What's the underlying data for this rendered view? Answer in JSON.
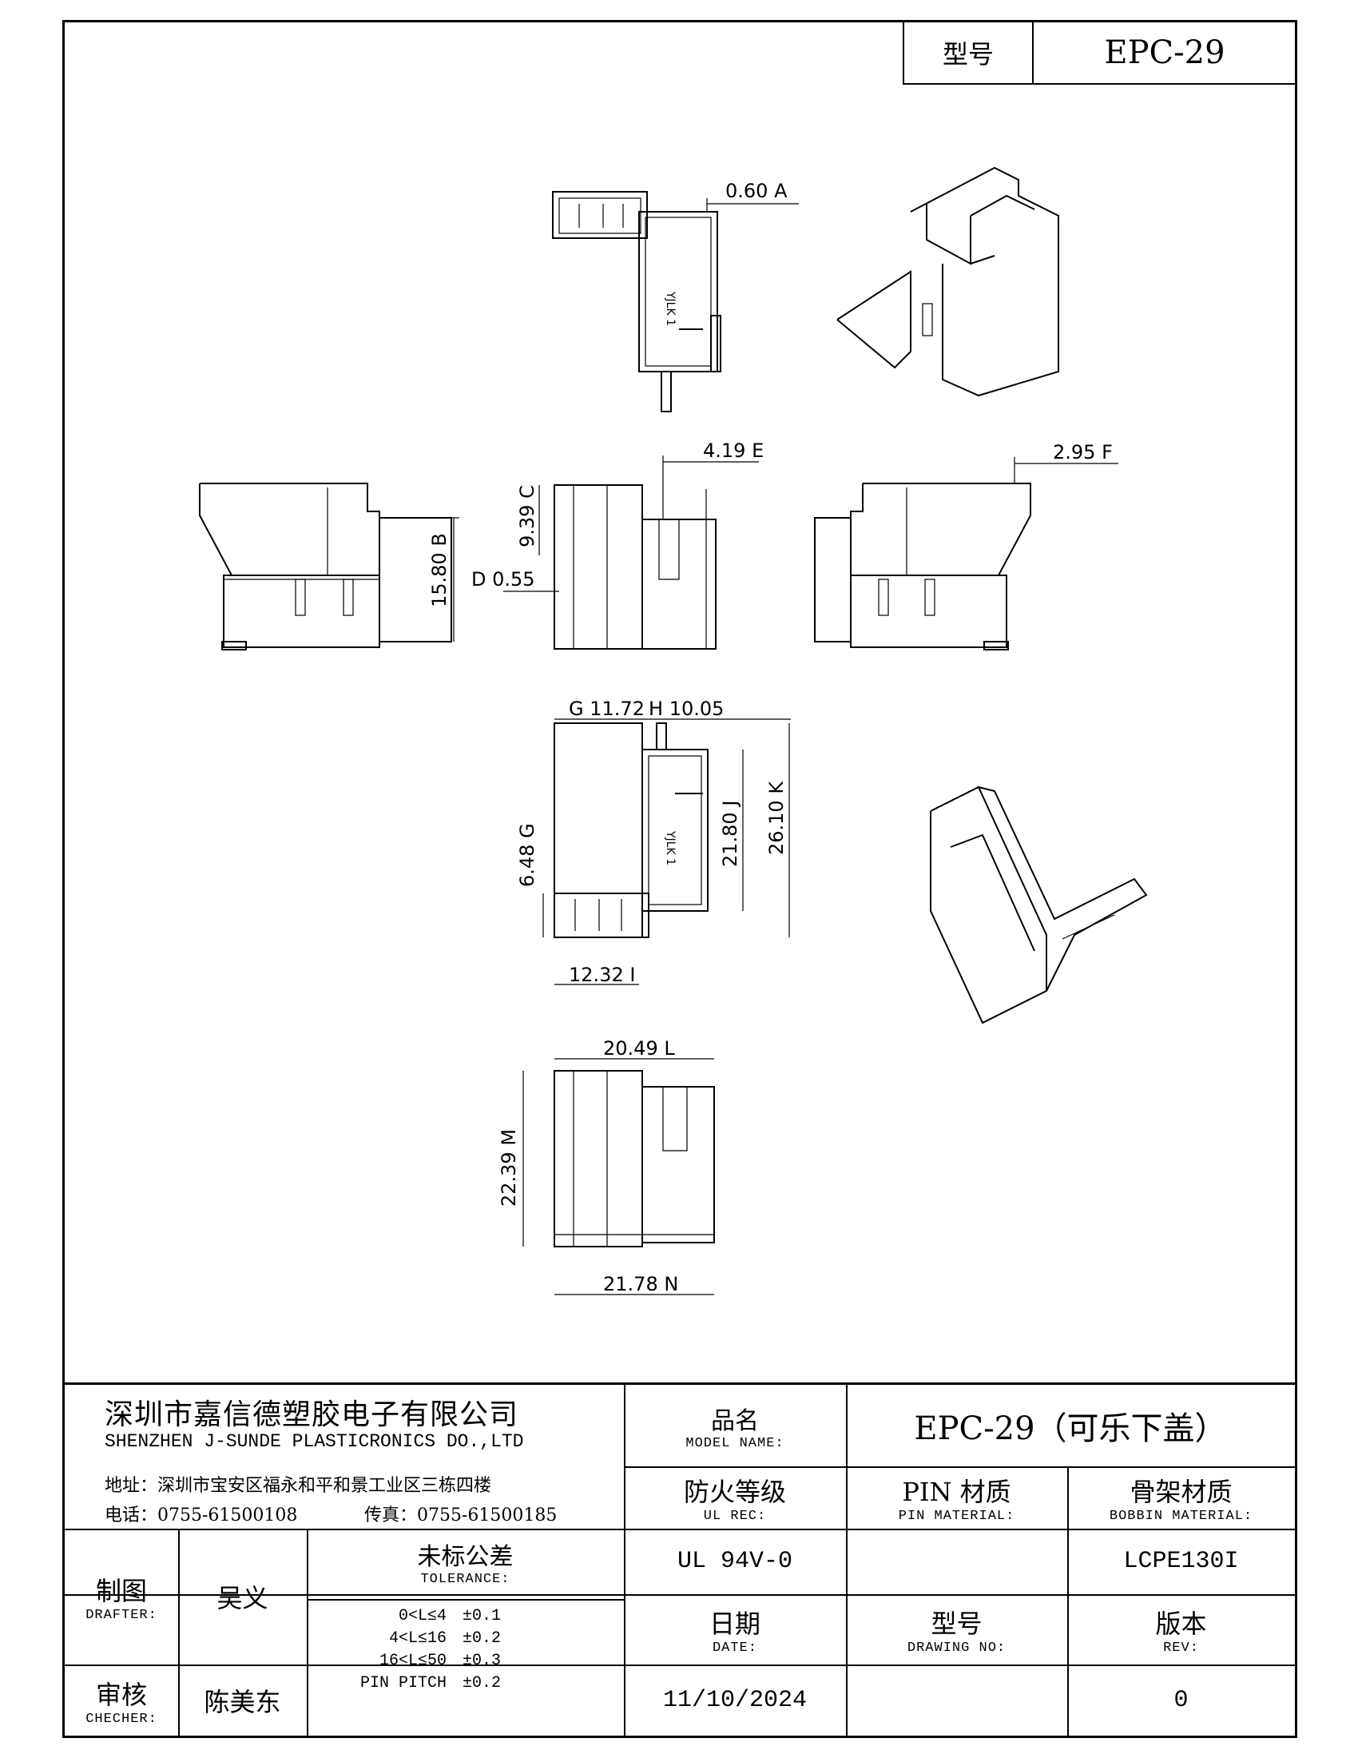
{
  "header": {
    "model_label": "型号",
    "model_value": "EPC-29"
  },
  "dimensions": {
    "d1": "0.60",
    "d1_mark": "A",
    "d2": "4.19",
    "d2_mark": "E",
    "d3": "2.95",
    "d3_mark": "F",
    "d4": "15.80",
    "d4_mark": "B",
    "d5": "9.39",
    "d5_mark": "C",
    "d6": "0.55",
    "d6_mark": "D",
    "d7": "11.72",
    "d7_mark": "G",
    "d8": "10.05",
    "d8_mark": "H",
    "d9": "6.48",
    "d9_mark": "G",
    "d10": "21.80",
    "d10_mark": "J",
    "d11": "26.10",
    "d11_mark": "K",
    "d12": "12.32",
    "d12_mark": "I",
    "d13": "20.49",
    "d13_mark": "L",
    "d14": "22.39",
    "d14_mark": "M",
    "d15": "21.78",
    "d15_mark": "N",
    "part_mark": "YJLK 1"
  },
  "company": {
    "name_cn": "深圳市嘉信德塑胶电子有限公司",
    "name_en": "SHENZHEN J-SUNDE PLASTICRONICS DO.,LTD",
    "address": "地址：深圳市宝安区福永和平和景工业区三栋四楼",
    "phone": "电话：0755-61500108",
    "fax": "传真：0755-61500185"
  },
  "title_block": {
    "model_name_cn": "品名",
    "model_name_en": "MODEL NAME:",
    "model_name_value": "EPC-29（可乐下盖）",
    "ul_cn": "防火等级",
    "ul_en": "UL REC:",
    "ul_value": "UL 94V-0",
    "pin_cn": "PIN 材质",
    "pin_en": "PIN MATERIAL:",
    "pin_value": "",
    "bobbin_cn": "骨架材质",
    "bobbin_en": "BOBBIN MATERIAL:",
    "bobbin_value": "LCPE130I",
    "drafter_cn": "制图",
    "drafter_en": "DRAFTER:",
    "drafter_value": "吴义",
    "checker_cn": "审核",
    "checker_en": "CHECHER:",
    "checker_value": "陈美东",
    "tolerance_cn": "未标公差",
    "tolerance_en": "TOLERANCE:",
    "tolerances": [
      {
        "range": "0<L≤4",
        "value": "±0.1"
      },
      {
        "range": "4<L≤16",
        "value": "±0.2"
      },
      {
        "range": "16<L≤50",
        "value": "±0.3"
      },
      {
        "range": "PIN PITCH",
        "value": "±0.2"
      }
    ],
    "date_cn": "日期",
    "date_en": "DATE:",
    "date_value": "11/10/2024",
    "drawing_no_cn": "型号",
    "drawing_no_en": "DRAWING NO:",
    "drawing_no_value": "",
    "rev_cn": "版本",
    "rev_en": "REV:",
    "rev_value": "0"
  }
}
